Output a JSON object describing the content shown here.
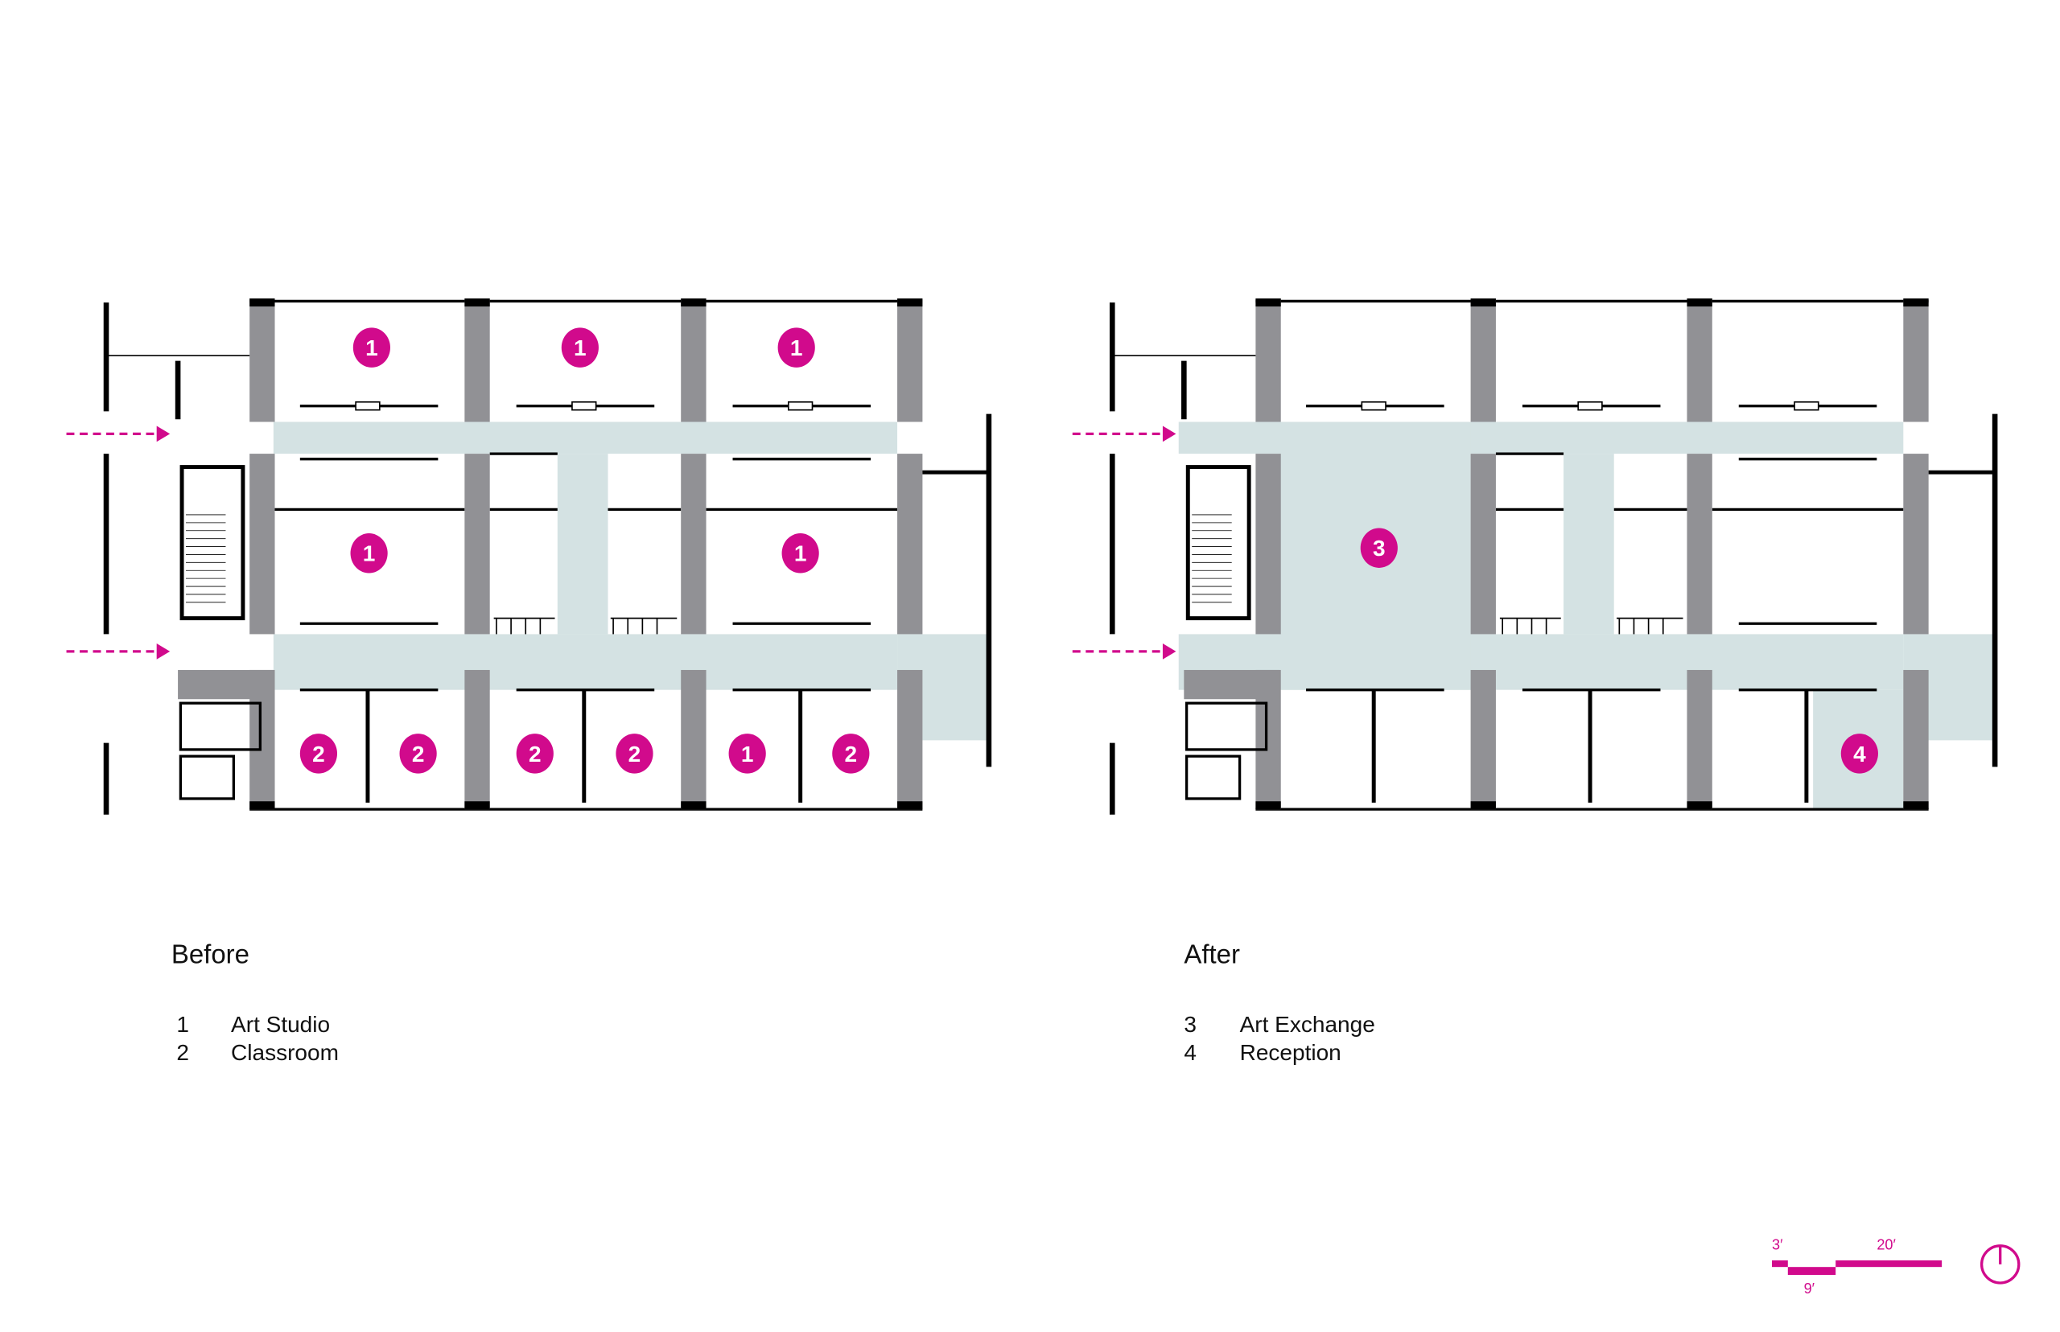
{
  "colors": {
    "accent": "#d10a8c",
    "corridor": "#d4e2e3",
    "column": "#919195",
    "wall": "#000000"
  },
  "before": {
    "title": "Before",
    "legend": [
      {
        "num": "1",
        "label": "Art Studio"
      },
      {
        "num": "2",
        "label": "Classroom"
      }
    ],
    "markers": [
      "1",
      "1",
      "1",
      "1",
      "1",
      "2",
      "2",
      "2",
      "2",
      "1",
      "2"
    ]
  },
  "after": {
    "title": "After",
    "legend": [
      {
        "num": "3",
        "label": "Art Exchange"
      },
      {
        "num": "4",
        "label": "Reception"
      }
    ],
    "markers": [
      "3",
      "4"
    ]
  },
  "scale_bar": {
    "labels": [
      "3′",
      "9′",
      "20′"
    ]
  },
  "north_arrow": "north-arrow-icon"
}
